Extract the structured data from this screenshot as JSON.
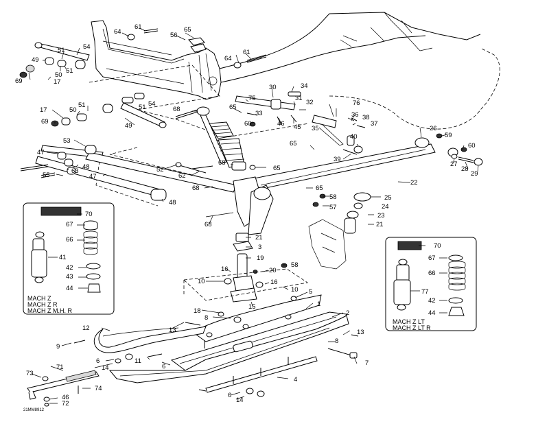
{
  "callouts": [
    {
      "n": "61"
    },
    {
      "n": "64"
    },
    {
      "n": "65"
    },
    {
      "n": "56"
    },
    {
      "n": "54"
    },
    {
      "n": "51"
    },
    {
      "n": "49"
    },
    {
      "n": "50"
    },
    {
      "n": "51"
    },
    {
      "n": "69"
    },
    {
      "n": "17"
    },
    {
      "n": "64"
    },
    {
      "n": "61"
    },
    {
      "n": "30"
    },
    {
      "n": "34"
    },
    {
      "n": "75"
    },
    {
      "n": "31"
    },
    {
      "n": "32"
    },
    {
      "n": "76"
    },
    {
      "n": "68"
    },
    {
      "n": "65"
    },
    {
      "n": "33"
    },
    {
      "n": "60"
    },
    {
      "n": "46"
    },
    {
      "n": "45"
    },
    {
      "n": "37"
    },
    {
      "n": "35"
    },
    {
      "n": "36"
    },
    {
      "n": "38"
    },
    {
      "n": "51"
    },
    {
      "n": "54"
    },
    {
      "n": "17"
    },
    {
      "n": "50"
    },
    {
      "n": "51"
    },
    {
      "n": "69"
    },
    {
      "n": "49"
    },
    {
      "n": "26"
    },
    {
      "n": "59"
    },
    {
      "n": "60"
    },
    {
      "n": "65"
    },
    {
      "n": "40"
    },
    {
      "n": "39"
    },
    {
      "n": "27"
    },
    {
      "n": "28"
    },
    {
      "n": "29"
    },
    {
      "n": "53"
    },
    {
      "n": "47"
    },
    {
      "n": "48"
    },
    {
      "n": "55"
    },
    {
      "n": "63"
    },
    {
      "n": "52"
    },
    {
      "n": "68"
    },
    {
      "n": "65"
    },
    {
      "n": "62"
    },
    {
      "n": "47"
    },
    {
      "n": "22"
    },
    {
      "n": "68"
    },
    {
      "n": "65"
    },
    {
      "n": "25"
    },
    {
      "n": "58"
    },
    {
      "n": "24"
    },
    {
      "n": "48"
    },
    {
      "n": "57"
    },
    {
      "n": "68"
    },
    {
      "n": "23"
    },
    {
      "n": "21"
    },
    {
      "n": "70"
    },
    {
      "n": "67"
    },
    {
      "n": "66"
    },
    {
      "n": "41"
    },
    {
      "n": "42"
    },
    {
      "n": "43"
    },
    {
      "n": "44"
    },
    {
      "n": "21"
    },
    {
      "n": "3"
    },
    {
      "n": "19"
    },
    {
      "n": "58"
    },
    {
      "n": "16"
    },
    {
      "n": "20"
    },
    {
      "n": "10"
    },
    {
      "n": "16"
    },
    {
      "n": "10"
    },
    {
      "n": "15"
    },
    {
      "n": "70"
    },
    {
      "n": "67"
    },
    {
      "n": "66"
    },
    {
      "n": "77"
    },
    {
      "n": "42"
    },
    {
      "n": "44"
    },
    {
      "n": "5"
    },
    {
      "n": "1"
    },
    {
      "n": "18"
    },
    {
      "n": "8"
    },
    {
      "n": "2"
    },
    {
      "n": "13"
    },
    {
      "n": "13"
    },
    {
      "n": "12"
    },
    {
      "n": "9"
    },
    {
      "n": "8"
    },
    {
      "n": "7"
    },
    {
      "n": "11"
    },
    {
      "n": "6"
    },
    {
      "n": "14"
    },
    {
      "n": "6"
    },
    {
      "n": "71"
    },
    {
      "n": "73"
    },
    {
      "n": "74"
    },
    {
      "n": "4"
    },
    {
      "n": "6"
    },
    {
      "n": "14"
    },
    {
      "n": "46"
    },
    {
      "n": "72"
    }
  ],
  "left_box": {
    "label1": "MACH Z",
    "label2": "MACH Z R",
    "label3": "MACH Z M.H. R"
  },
  "right_box": {
    "label1": "MACH Z LT",
    "label2": "MACH Z LT R"
  },
  "figure_id": "21MM8912"
}
